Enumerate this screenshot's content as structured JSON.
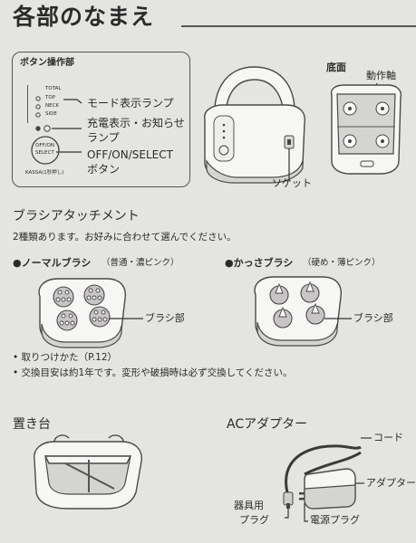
{
  "page": {
    "title": "各部のなまえ"
  },
  "button_panel": {
    "heading": "ボタン操作部",
    "indicators": [
      "TOTAL",
      "TOP",
      "NECK",
      "SIDE"
    ],
    "mode_lamp": "モード表示ランプ",
    "charge_lamp_line1": "充電表示・お知らせ",
    "charge_lamp_line2": "ランプ",
    "button_face_line1": "OFF/ON",
    "button_face_line2": "SELECT",
    "button_sub": "KASSA(1秒押し)",
    "button_label_line1": "OFF/ON/SELECT",
    "button_label_line2": "ボタン"
  },
  "device": {
    "socket": "ソケット"
  },
  "bottom_view": {
    "title": "底面",
    "shaft": "動作軸"
  },
  "brush_section": {
    "title": "ブラシアタッチメント",
    "description": "2種類あります。お好みに合わせて選んでください。",
    "normal_brush": {
      "name": "●ノーマルブラシ",
      "spec": "（普通・濃ピンク）",
      "part_label": "ブラシ部"
    },
    "kassa_brush": {
      "name": "●かっさブラシ",
      "spec": "（硬め・薄ピンク）",
      "part_label": "ブラシ部"
    },
    "notes": [
      "• 取りつけかた（P.12）",
      "• 交換目安は約1年です。変形や破損時は必ず交換してください。"
    ]
  },
  "stand": {
    "title": "置き台"
  },
  "adapter": {
    "title": "ACアダプター",
    "cord": "コード",
    "adapter_label": "アダプター",
    "device_plug_line1": "器具用",
    "device_plug_line2": "プラグ",
    "power_plug": "電源プラグ"
  },
  "colors": {
    "background": "#e4e4e1",
    "text": "#2b2b2b",
    "line": "#333333"
  }
}
